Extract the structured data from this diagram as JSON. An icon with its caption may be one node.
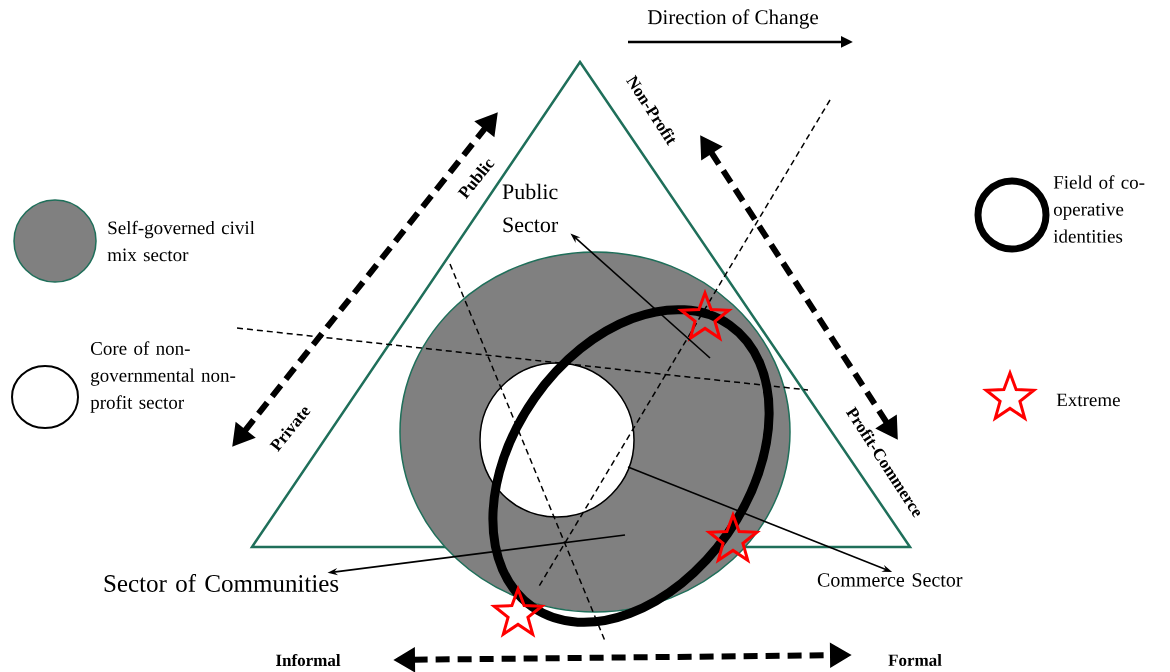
{
  "diagram": {
    "nodes": [
      {
        "text": [
          "Public Sector"
        ]
      },
      {
        "text": [
          "Commerce Sector"
        ]
      },
      {
        "text": [
          "Sector of Communities"
        ]
      }
    ],
    "edges": [
      {
        "from": null,
        "to": 0,
        "arrow": "to"
      },
      {
        "from": null,
        "to": 1,
        "arrow": "to"
      },
      {
        "from": null,
        "to": 2,
        "arrow": "to"
      }
    ],
    "labels": [
      "Direction of Change",
      "Non-Profit",
      "Public",
      "Private",
      "Profit-Commerce",
      "Informal",
      "Formal"
    ],
    "legend": [
      {
        "text": "Self-governed civil mix sector",
        "color": "#808080"
      },
      {
        "text": "Core of non-governmental non-profit sector"
      },
      {
        "text": "Field of co-operative identities"
      },
      {
        "text": "Extreme"
      }
    ]
  }
}
